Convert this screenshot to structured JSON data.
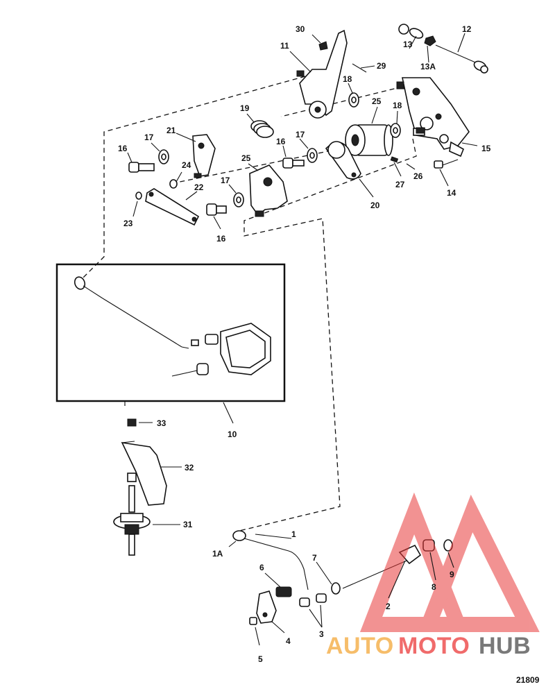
{
  "callouts": [
    "30",
    "11",
    "29",
    "18",
    "13",
    "13A",
    "12",
    "19",
    "25",
    "18",
    "17",
    "21",
    "16",
    "24",
    "22",
    "23",
    "17",
    "16",
    "25",
    "17",
    "16",
    "20",
    "27",
    "26",
    "14",
    "15",
    "10",
    "33",
    "32",
    "31",
    "1",
    "1A",
    "6",
    "7",
    "4",
    "5",
    "3",
    "2",
    "8",
    "9"
  ],
  "drawing_number": "21809",
  "watermark": {
    "word_a": "AUTO",
    "word_b": "MOTO",
    "word_c": "HUB",
    "color_a": "#f6b65a",
    "color_b": "#ef5c5c",
    "color_c": "#6b6b6b",
    "logo": "triangle-logo"
  }
}
